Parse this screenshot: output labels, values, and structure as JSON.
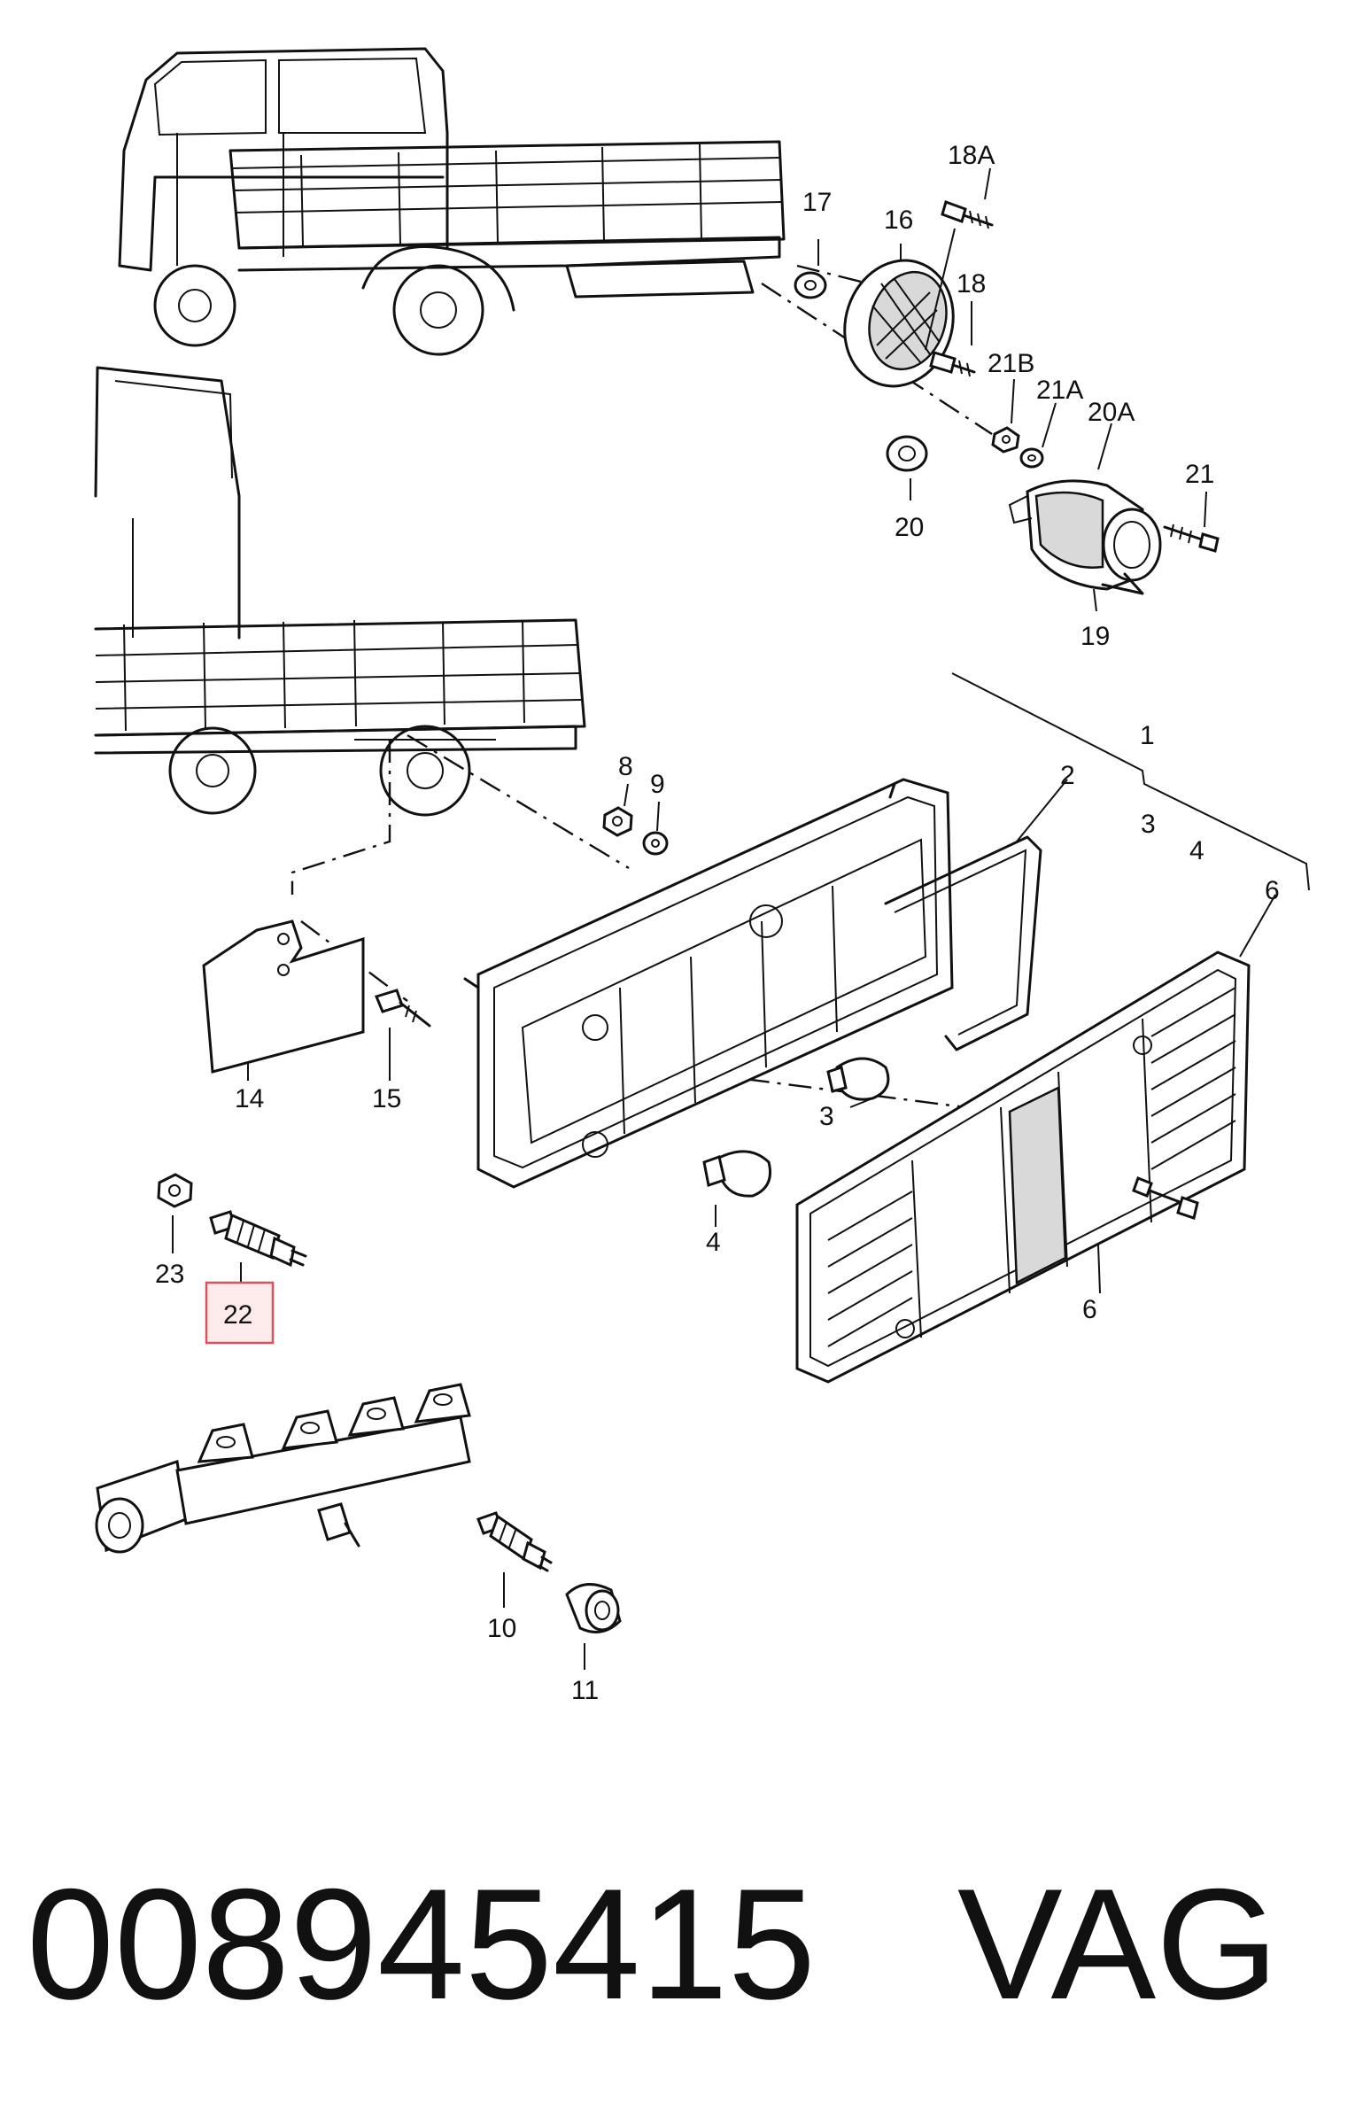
{
  "callouts": {
    "l1": "1",
    "l2": "2",
    "l3a": "3",
    "l3b": "3",
    "l4a": "4",
    "l4b": "4",
    "l6a": "6",
    "l6b": "6",
    "l8": "8",
    "l9": "9",
    "l10": "10",
    "l11": "11",
    "l14": "14",
    "l15": "15",
    "l16": "16",
    "l17": "17",
    "l18": "18",
    "l18a": "18A",
    "l19": "19",
    "l20": "20",
    "l20a": "20A",
    "l21": "21",
    "l21a": "21A",
    "l21b": "21B",
    "l22": "22",
    "l23": "23"
  },
  "highlighted_callout": "22",
  "footer": {
    "part_number": "008945415",
    "brand": "VAG"
  }
}
